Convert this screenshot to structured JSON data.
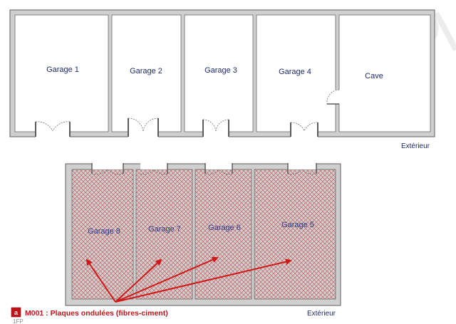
{
  "top_building": {
    "rooms": [
      {
        "id": "garage-1",
        "label": "Garage 1"
      },
      {
        "id": "garage-2",
        "label": "Garage 2"
      },
      {
        "id": "garage-3",
        "label": "Garage 3"
      },
      {
        "id": "garage-4",
        "label": "Garage 4"
      },
      {
        "id": "cave",
        "label": "Cave"
      }
    ],
    "exterior_label": "Extérieur"
  },
  "bottom_building": {
    "rooms": [
      {
        "id": "garage-8",
        "label": "Garage 8"
      },
      {
        "id": "garage-7",
        "label": "Garage 7"
      },
      {
        "id": "garage-6",
        "label": "Garage 6"
      },
      {
        "id": "garage-5",
        "label": "Garage 5"
      }
    ],
    "exterior_label": "Extérieur"
  },
  "legend": {
    "badge": "a",
    "text": "M001 : Plaques ondulées (fibres-ciment)",
    "sub": "1FP"
  },
  "colors": {
    "wall_outer": "#5c5c5c",
    "wall_fill": "#cfcfcf",
    "hatch": "#c43a3a",
    "arrow": "#d01818",
    "label": "#1f2a6b"
  }
}
